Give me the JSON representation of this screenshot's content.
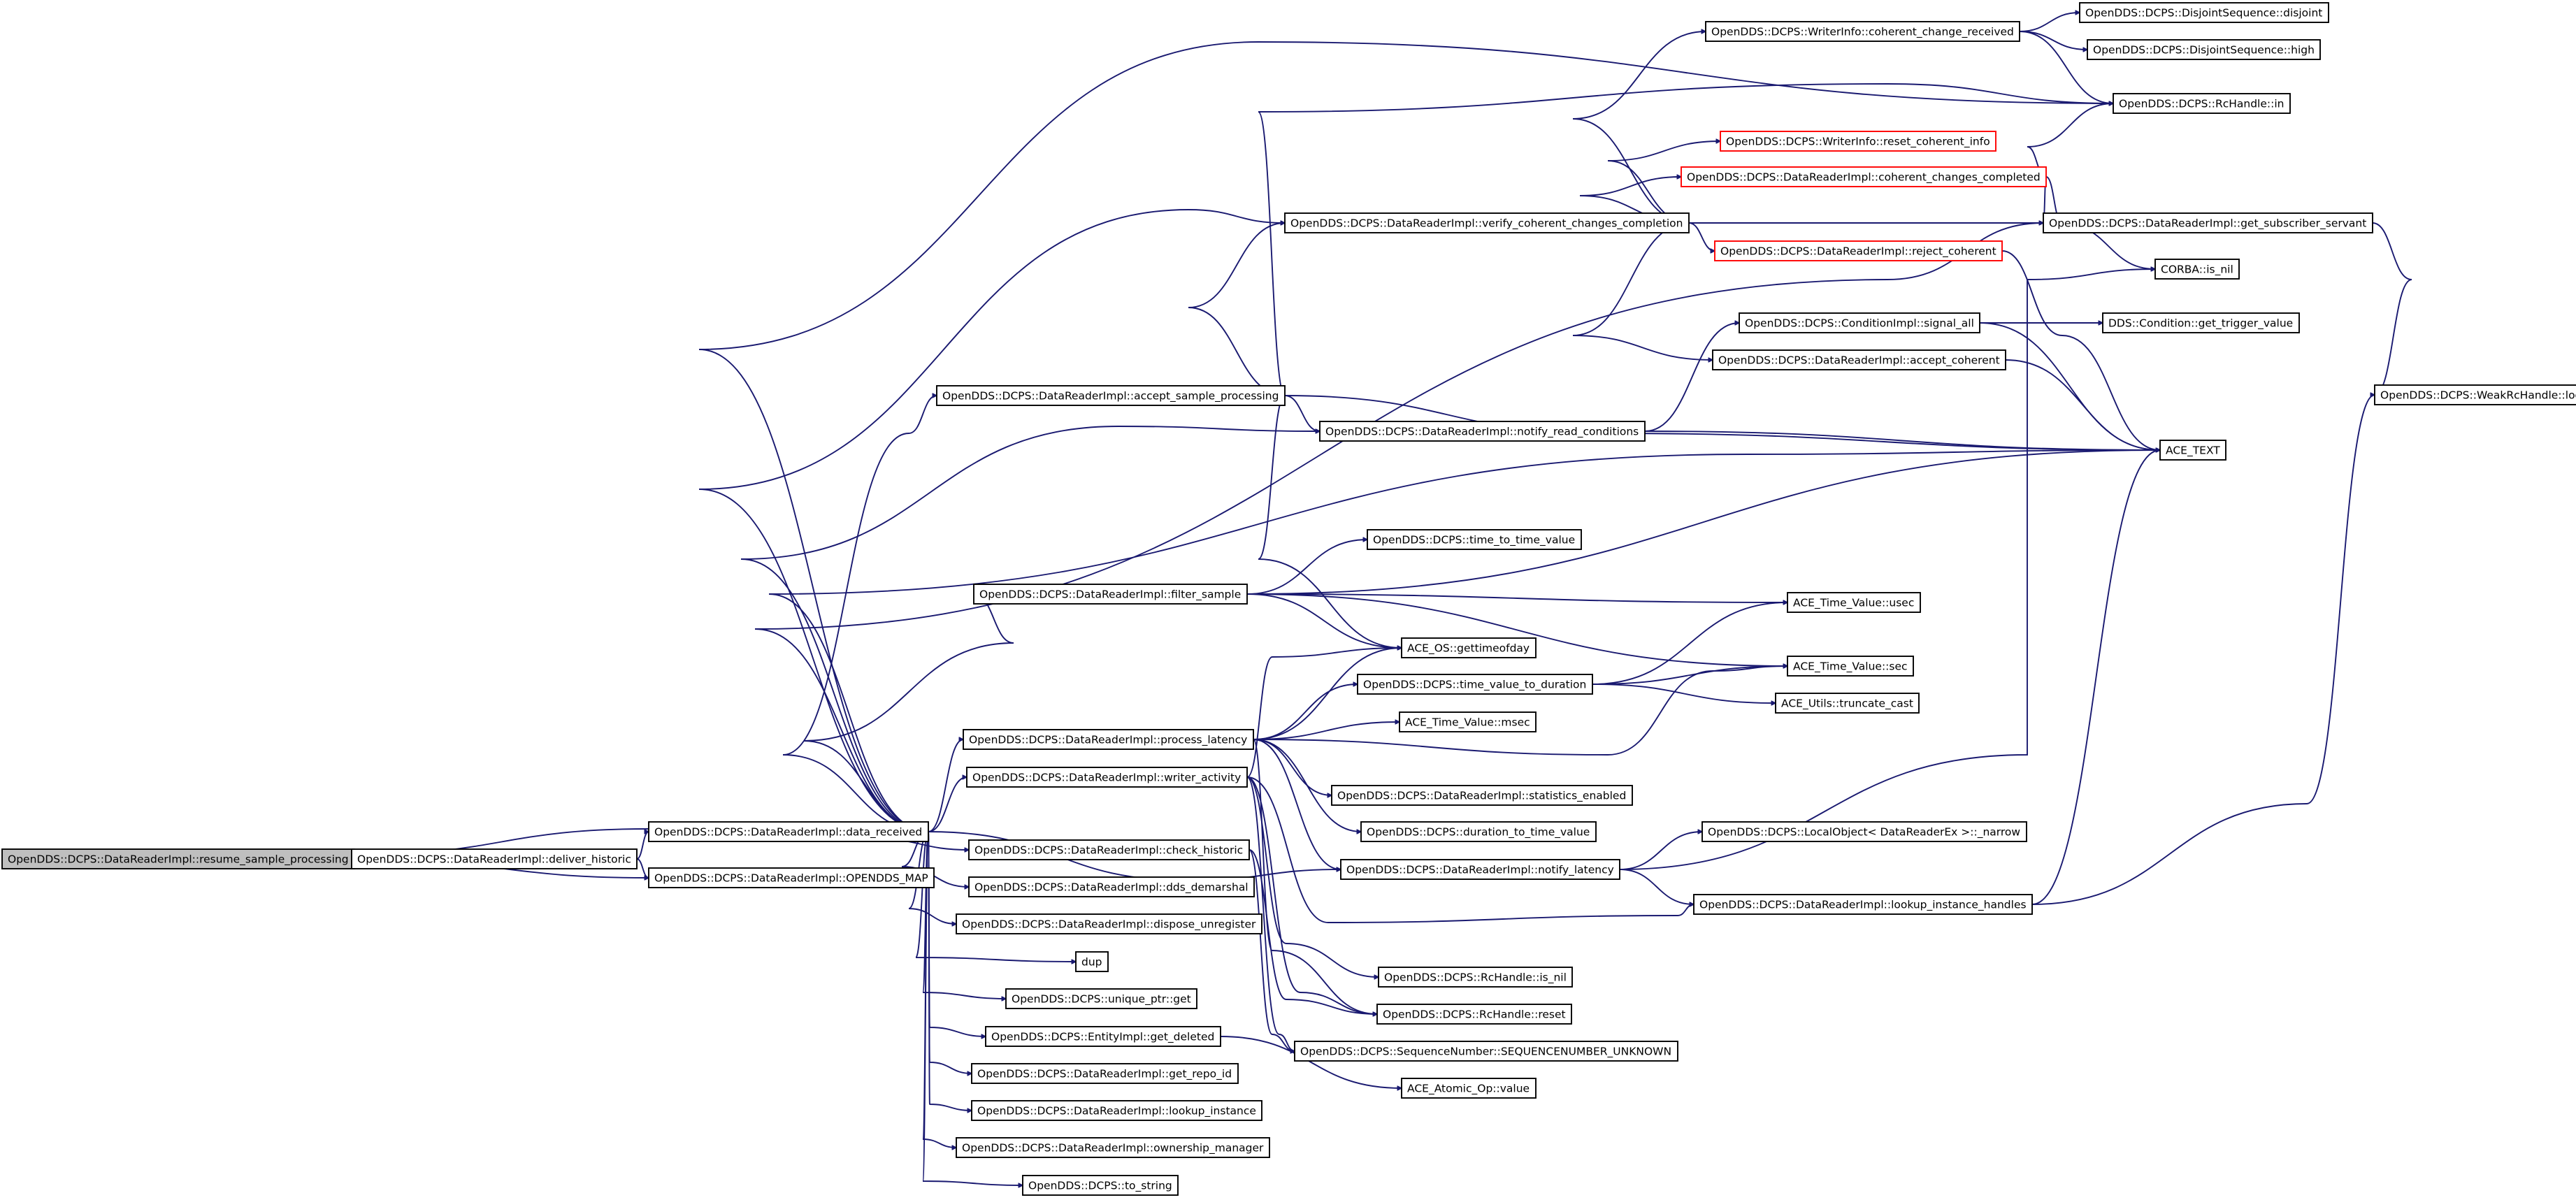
{
  "title": "",
  "colors": {
    "edge": "#191970",
    "node_border": "#000000",
    "incomplete_node_border": "#ff0000",
    "root_fill": "#bfbfbf",
    "background": "#ffffff"
  },
  "nodes": [
    {
      "id": "n0",
      "label": "OpenDDS::DCPS::DataReaderImpl::resume_sample_processing",
      "style": "root"
    },
    {
      "id": "n1",
      "label": "OpenDDS::DCPS::DataReaderImpl::deliver_historic",
      "style": "normal"
    },
    {
      "id": "n2",
      "label": "OpenDDS::DCPS::DataReaderImpl::data_received",
      "style": "normal"
    },
    {
      "id": "n3",
      "label": "OpenDDS::DCPS::DataReaderImpl::OPENDDS_MAP",
      "style": "normal"
    },
    {
      "id": "n4",
      "label": "OpenDDS::DCPS::DataReaderImpl::accept_sample_processing",
      "style": "normal"
    },
    {
      "id": "n5",
      "label": "OpenDDS::DCPS::DataReaderImpl::filter_sample",
      "style": "normal"
    },
    {
      "id": "n6",
      "label": "OpenDDS::DCPS::DataReaderImpl::process_latency",
      "style": "normal"
    },
    {
      "id": "n7",
      "label": "OpenDDS::DCPS::DataReaderImpl::writer_activity",
      "style": "normal"
    },
    {
      "id": "n8",
      "label": "OpenDDS::DCPS::DataReaderImpl::check_historic",
      "style": "normal"
    },
    {
      "id": "n9",
      "label": "OpenDDS::DCPS::DataReaderImpl::dds_demarshal",
      "style": "normal"
    },
    {
      "id": "n10",
      "label": "OpenDDS::DCPS::DataReaderImpl::dispose_unregister",
      "style": "normal"
    },
    {
      "id": "n11",
      "label": "dup",
      "style": "normal"
    },
    {
      "id": "n12",
      "label": "OpenDDS::DCPS::unique_ptr::get",
      "style": "normal"
    },
    {
      "id": "n13",
      "label": "OpenDDS::DCPS::EntityImpl::get_deleted",
      "style": "normal"
    },
    {
      "id": "n14",
      "label": "OpenDDS::DCPS::DataReaderImpl::get_repo_id",
      "style": "normal"
    },
    {
      "id": "n15",
      "label": "OpenDDS::DCPS::DataReaderImpl::lookup_instance",
      "style": "normal"
    },
    {
      "id": "n16",
      "label": "OpenDDS::DCPS::DataReaderImpl::ownership_manager",
      "style": "normal"
    },
    {
      "id": "n17",
      "label": "OpenDDS::DCPS::to_string",
      "style": "normal"
    },
    {
      "id": "n18",
      "label": "OpenDDS::DCPS::DataReaderImpl::verify_coherent_changes_completion",
      "style": "normal"
    },
    {
      "id": "n19",
      "label": "OpenDDS::DCPS::DataReaderImpl::notify_read_conditions",
      "style": "normal"
    },
    {
      "id": "n20",
      "label": "OpenDDS::DCPS::time_to_time_value",
      "style": "normal"
    },
    {
      "id": "n21",
      "label": "ACE_OS::gettimeofday",
      "style": "normal"
    },
    {
      "id": "n22",
      "label": "OpenDDS::DCPS::time_value_to_duration",
      "style": "normal"
    },
    {
      "id": "n23",
      "label": "ACE_Time_Value::msec",
      "style": "normal"
    },
    {
      "id": "n24",
      "label": "OpenDDS::DCPS::DataReaderImpl::statistics_enabled",
      "style": "normal"
    },
    {
      "id": "n25",
      "label": "OpenDDS::DCPS::duration_to_time_value",
      "style": "normal"
    },
    {
      "id": "n26",
      "label": "OpenDDS::DCPS::DataReaderImpl::notify_latency",
      "style": "normal"
    },
    {
      "id": "n27",
      "label": "OpenDDS::DCPS::RcHandle::is_nil",
      "style": "normal"
    },
    {
      "id": "n28",
      "label": "OpenDDS::DCPS::RcHandle::reset",
      "style": "normal"
    },
    {
      "id": "n29",
      "label": "OpenDDS::DCPS::SequenceNumber::SEQUENCENUMBER_UNKNOWN",
      "style": "normal"
    },
    {
      "id": "n30",
      "label": "ACE_Atomic_Op::value",
      "style": "normal"
    },
    {
      "id": "n31",
      "label": "OpenDDS::DCPS::WriterInfo::coherent_change_received",
      "style": "normal"
    },
    {
      "id": "n32",
      "label": "OpenDDS::DCPS::WriterInfo::reset_coherent_info",
      "style": "red"
    },
    {
      "id": "n33",
      "label": "OpenDDS::DCPS::DataReaderImpl::coherent_changes_completed",
      "style": "red"
    },
    {
      "id": "n34",
      "label": "OpenDDS::DCPS::DataReaderImpl::reject_coherent",
      "style": "red"
    },
    {
      "id": "n35",
      "label": "OpenDDS::DCPS::ConditionImpl::signal_all",
      "style": "normal"
    },
    {
      "id": "n36",
      "label": "OpenDDS::DCPS::DataReaderImpl::accept_coherent",
      "style": "normal"
    },
    {
      "id": "n37",
      "label": "ACE_Time_Value::usec",
      "style": "normal"
    },
    {
      "id": "n38",
      "label": "ACE_Time_Value::sec",
      "style": "normal"
    },
    {
      "id": "n39",
      "label": "ACE_Utils::truncate_cast",
      "style": "normal"
    },
    {
      "id": "n40",
      "label": "OpenDDS::DCPS::LocalObject< DataReaderEx >::_narrow",
      "style": "normal"
    },
    {
      "id": "n41",
      "label": "OpenDDS::DCPS::DataReaderImpl::lookup_instance_handles",
      "style": "normal"
    },
    {
      "id": "n42",
      "label": "OpenDDS::DCPS::DisjointSequence::disjoint",
      "style": "normal"
    },
    {
      "id": "n43",
      "label": "OpenDDS::DCPS::DisjointSequence::high",
      "style": "normal"
    },
    {
      "id": "n44",
      "label": "OpenDDS::DCPS::RcHandle::in",
      "style": "normal"
    },
    {
      "id": "n45",
      "label": "OpenDDS::DCPS::DataReaderImpl::get_subscriber_servant",
      "style": "normal"
    },
    {
      "id": "n46",
      "label": "CORBA::is_nil",
      "style": "normal"
    },
    {
      "id": "n47",
      "label": "DDS::Condition::get_trigger_value",
      "style": "normal"
    },
    {
      "id": "n48",
      "label": "ACE_TEXT",
      "style": "normal"
    },
    {
      "id": "n49",
      "label": "OpenDDS::DCPS::WeakRcHandle::lock",
      "style": "normal"
    }
  ],
  "edges": [
    [
      "n0",
      "n1"
    ],
    [
      "n0",
      "n3"
    ],
    [
      "n1",
      "n2"
    ],
    [
      "n2",
      "n0"
    ],
    [
      "n1",
      "n3"
    ],
    [
      "n2",
      "n4"
    ],
    [
      "n2",
      "n5"
    ],
    [
      "n2",
      "n6"
    ],
    [
      "n2",
      "n7"
    ],
    [
      "n2",
      "n8"
    ],
    [
      "n2",
      "n9"
    ],
    [
      "n2",
      "n10"
    ],
    [
      "n2",
      "n11"
    ],
    [
      "n2",
      "n12"
    ],
    [
      "n2",
      "n13"
    ],
    [
      "n2",
      "n14"
    ],
    [
      "n2",
      "n15"
    ],
    [
      "n2",
      "n16"
    ],
    [
      "n2",
      "n17"
    ],
    [
      "n2",
      "n18"
    ],
    [
      "n2",
      "n19"
    ],
    [
      "n2",
      "n44"
    ],
    [
      "n2",
      "n45"
    ],
    [
      "n2",
      "n48"
    ],
    [
      "n2",
      "n26"
    ],
    [
      "n4",
      "n18"
    ],
    [
      "n4",
      "n19"
    ],
    [
      "n4",
      "n44"
    ],
    [
      "n4",
      "n21"
    ],
    [
      "n4",
      "n48"
    ],
    [
      "n5",
      "n20"
    ],
    [
      "n5",
      "n21"
    ],
    [
      "n5",
      "n37"
    ],
    [
      "n5",
      "n38"
    ],
    [
      "n5",
      "n48"
    ],
    [
      "n6",
      "n21"
    ],
    [
      "n6",
      "n22"
    ],
    [
      "n6",
      "n23"
    ],
    [
      "n6",
      "n24"
    ],
    [
      "n6",
      "n25"
    ],
    [
      "n6",
      "n26"
    ],
    [
      "n6",
      "n38"
    ],
    [
      "n6",
      "n28"
    ],
    [
      "n7",
      "n21"
    ],
    [
      "n7",
      "n27"
    ],
    [
      "n7",
      "n28"
    ],
    [
      "n7",
      "n29"
    ],
    [
      "n7",
      "n41"
    ],
    [
      "n8",
      "n28"
    ],
    [
      "n8",
      "n29"
    ],
    [
      "n13",
      "n30"
    ],
    [
      "n18",
      "n31"
    ],
    [
      "n18",
      "n32"
    ],
    [
      "n18",
      "n33"
    ],
    [
      "n18",
      "n34"
    ],
    [
      "n18",
      "n36"
    ],
    [
      "n18",
      "n45"
    ],
    [
      "n19",
      "n35"
    ],
    [
      "n19",
      "n48"
    ],
    [
      "n22",
      "n37"
    ],
    [
      "n22",
      "n38"
    ],
    [
      "n22",
      "n39"
    ],
    [
      "n26",
      "n40"
    ],
    [
      "n26",
      "n41"
    ],
    [
      "n26",
      "n46"
    ],
    [
      "n31",
      "n42"
    ],
    [
      "n31",
      "n43"
    ],
    [
      "n31",
      "n44"
    ],
    [
      "n33",
      "n44"
    ],
    [
      "n33",
      "n45"
    ],
    [
      "n33",
      "n46"
    ],
    [
      "n34",
      "n48"
    ],
    [
      "n35",
      "n47"
    ],
    [
      "n35",
      "n48"
    ],
    [
      "n36",
      "n48"
    ],
    [
      "n41",
      "n48"
    ],
    [
      "n41",
      "n49"
    ],
    [
      "n45",
      "n49"
    ]
  ]
}
